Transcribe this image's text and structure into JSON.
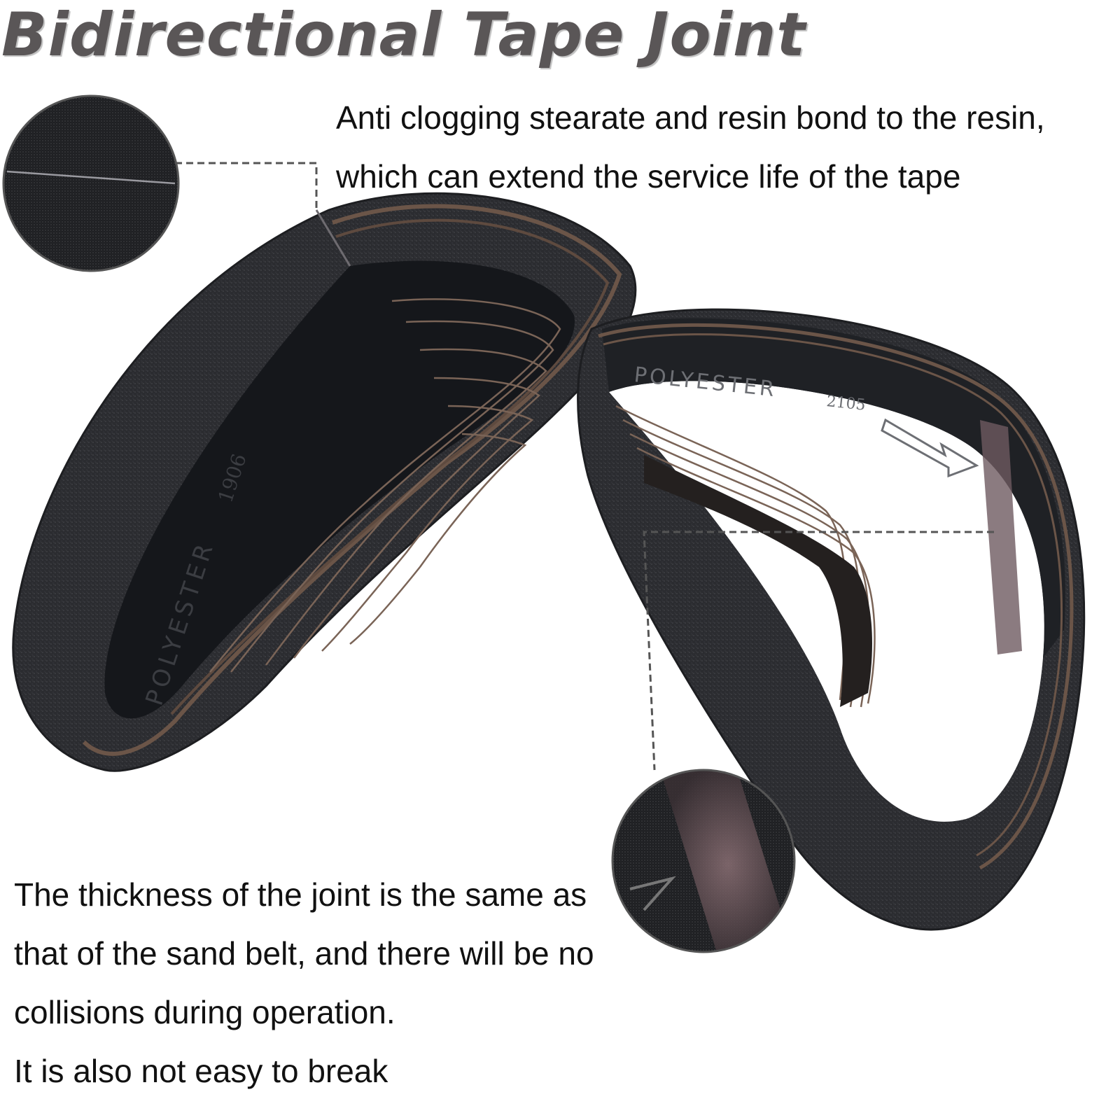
{
  "title": "Bidirectional Tape Joint",
  "top_callout": {
    "line1": "Anti clogging stearate and resin bond to the resin,",
    "line2": "which can extend the service life of the tape"
  },
  "bottom_callout": {
    "line1": "The thickness of the joint is the same as",
    "line2": "that of the sand belt, and there will be no",
    "line3": "collisions during operation.",
    "line4": "It is also not easy to break"
  },
  "belt_prints": {
    "left_1": "POLYESTER",
    "left_2": "1906",
    "right_1": "POLYESTER",
    "right_2": "2105"
  },
  "colors": {
    "title": "#5a5657",
    "belt_outer": "#2a2b2e",
    "belt_inner": "#15171b",
    "belt_edge": "#6b5548",
    "leader_line": "#555555"
  }
}
